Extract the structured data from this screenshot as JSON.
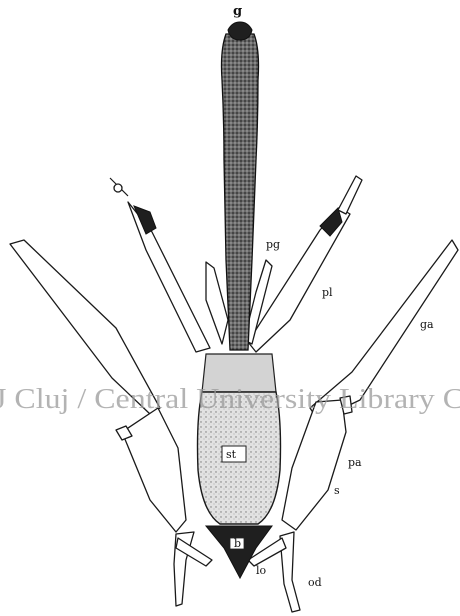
{
  "labels": {
    "g": "g",
    "pg": "pg",
    "pl": "pl",
    "ga": "ga",
    "pa": "pa",
    "s": "s",
    "lo": "lo",
    "od": "od",
    "st": "st",
    "b": "b"
  },
  "watermark": "J Cluj / Central University Library C"
}
